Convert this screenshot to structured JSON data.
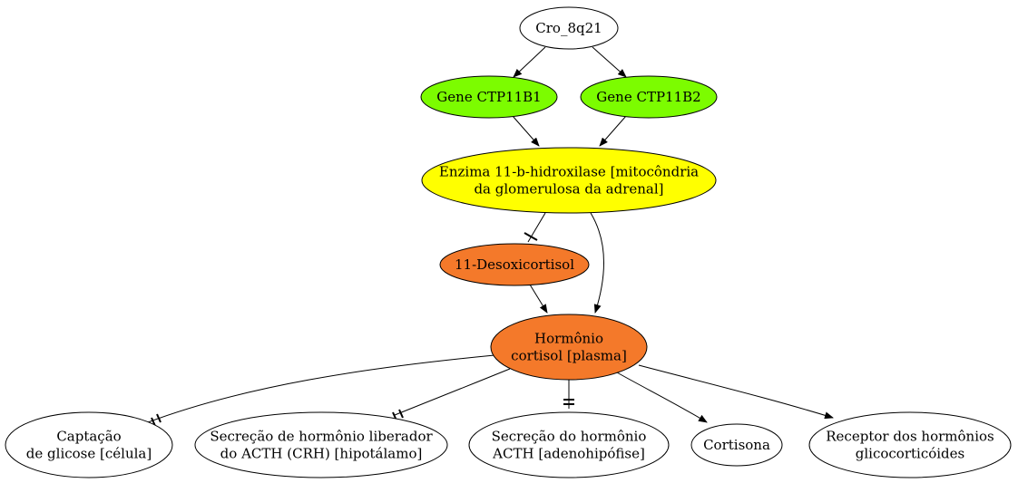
{
  "nodes": {
    "cro": {
      "label": [
        "Cro_8q21"
      ],
      "fill": "#ffffff"
    },
    "gene1": {
      "label": [
        "Gene CTP11B1"
      ],
      "fill": "#7cfc00"
    },
    "gene2": {
      "label": [
        "Gene CTP11B2"
      ],
      "fill": "#7cfc00"
    },
    "enzima": {
      "label": [
        "Enzima 11-b-hidroxilase [mitocôndria",
        "da glomerulosa da adrenal]"
      ],
      "fill": "#ffff00"
    },
    "deso": {
      "label": [
        "11-Desoxicortisol"
      ],
      "fill": "#f4792a"
    },
    "cortisol": {
      "label": [
        "Hormônio",
        "cortisol [plasma]"
      ],
      "fill": "#f4792a"
    },
    "glicose": {
      "label": [
        "Captação",
        "de glicose [célula]"
      ],
      "fill": "#ffffff"
    },
    "crh": {
      "label": [
        "Secreção de hormônio liberador",
        "do ACTH (CRH) [hipotálamo]"
      ],
      "fill": "#ffffff"
    },
    "acth": {
      "label": [
        "Secreção do hormônio",
        "ACTH [adenohipófise]"
      ],
      "fill": "#ffffff"
    },
    "cortisona": {
      "label": [
        "Cortisona"
      ],
      "fill": "#ffffff"
    },
    "receptor": {
      "label": [
        "Receptor dos hormônios",
        "glicocorticóides"
      ],
      "fill": "#ffffff"
    }
  },
  "edges": [
    {
      "from": "cro",
      "to": "gene1",
      "type": "activation"
    },
    {
      "from": "cro",
      "to": "gene2",
      "type": "activation"
    },
    {
      "from": "gene1",
      "to": "enzima",
      "type": "activation"
    },
    {
      "from": "gene2",
      "to": "enzima",
      "type": "activation"
    },
    {
      "from": "enzima",
      "to": "deso",
      "type": "inhibition"
    },
    {
      "from": "enzima",
      "to": "cortisol",
      "type": "activation"
    },
    {
      "from": "deso",
      "to": "cortisol",
      "type": "activation"
    },
    {
      "from": "cortisol",
      "to": "glicose",
      "type": "inhibition"
    },
    {
      "from": "cortisol",
      "to": "crh",
      "type": "inhibition"
    },
    {
      "from": "cortisol",
      "to": "acth",
      "type": "inhibition"
    },
    {
      "from": "cortisol",
      "to": "cortisona",
      "type": "activation"
    },
    {
      "from": "cortisol",
      "to": "receptor",
      "type": "activation"
    }
  ]
}
